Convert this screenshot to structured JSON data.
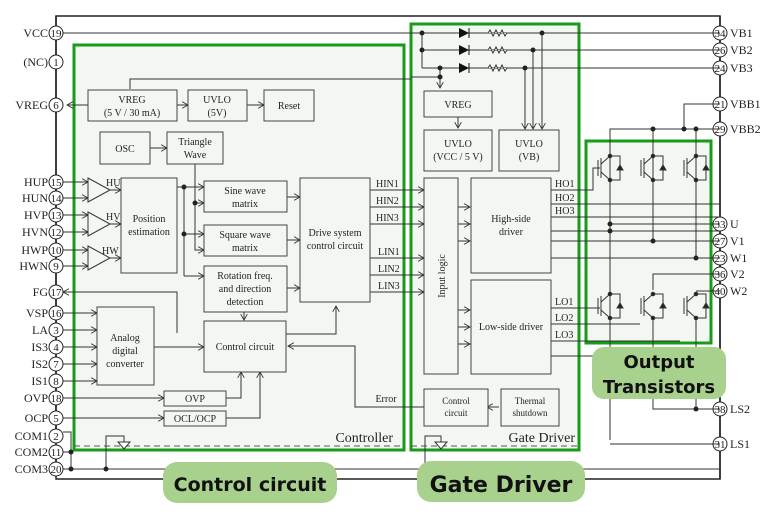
{
  "diagram": {
    "title": "Motor driver IC block diagram",
    "colors": {
      "green_border": "#1a9a1a",
      "panel_fill": "#f2f8f1",
      "callout_fill": "#a8d18d",
      "line": "#333333"
    },
    "left_pins": [
      {
        "name": "VCC",
        "num": "19"
      },
      {
        "name": "(NC)",
        "num": "1"
      },
      {
        "name": "VREG",
        "num": "6"
      },
      {
        "name": "HUP",
        "num": "15"
      },
      {
        "name": "HUN",
        "num": "14"
      },
      {
        "name": "HVP",
        "num": "13"
      },
      {
        "name": "HVN",
        "num": "12"
      },
      {
        "name": "HWP",
        "num": "10"
      },
      {
        "name": "HWN",
        "num": "9"
      },
      {
        "name": "FG",
        "num": "17"
      },
      {
        "name": "VSP",
        "num": "16"
      },
      {
        "name": "LA",
        "num": "3"
      },
      {
        "name": "IS3",
        "num": "4"
      },
      {
        "name": "IS2",
        "num": "7"
      },
      {
        "name": "IS1",
        "num": "8"
      },
      {
        "name": "OVP",
        "num": "18"
      },
      {
        "name": "OCP",
        "num": "5"
      },
      {
        "name": "COM1",
        "num": "2"
      },
      {
        "name": "COM2",
        "num": "11"
      },
      {
        "name": "COM3",
        "num": "20"
      }
    ],
    "right_pins": [
      {
        "name": "VB1",
        "num": "34"
      },
      {
        "name": "VB2",
        "num": "26"
      },
      {
        "name": "VB3",
        "num": "24"
      },
      {
        "name": "VBB1",
        "num": "21"
      },
      {
        "name": "VBB2",
        "num": "29"
      },
      {
        "name": "U",
        "num": "33"
      },
      {
        "name": "V1",
        "num": "27"
      },
      {
        "name": "W1",
        "num": "23"
      },
      {
        "name": "V2",
        "num": "36"
      },
      {
        "name": "W2",
        "num": "40"
      },
      {
        "name": "LS2",
        "num": "38"
      },
      {
        "name": "LS1",
        "num": "31"
      }
    ],
    "controller": {
      "label": "Controller",
      "vreg": [
        "VREG",
        "(5 V / 30 mA)"
      ],
      "uvlo": [
        "UVLO",
        "(5V)"
      ],
      "reset": "Reset",
      "osc": "OSC",
      "triangle": [
        "Triangle",
        "Wave"
      ],
      "hall_labels": [
        "HU",
        "HV",
        "HW"
      ],
      "position": [
        "Position",
        "estimation"
      ],
      "sine": [
        "Sine wave",
        "matrix"
      ],
      "square": [
        "Square wave",
        "matrix"
      ],
      "rotation": [
        "Rotation freq.",
        "and direction",
        "detection"
      ],
      "drive": [
        "Drive system",
        "control circuit"
      ],
      "adc": [
        "Analog",
        "digital",
        "converter"
      ],
      "control": "Control circuit",
      "ovp": "OVP",
      "ocl": "OCL/OCP",
      "error": "Error",
      "hin": [
        "HIN1",
        "HIN2",
        "HIN3"
      ],
      "lin": [
        "LIN1",
        "LIN2",
        "LIN3"
      ]
    },
    "gate_driver": {
      "label": "Gate Driver",
      "vreg": "VREG",
      "uvlo_vcc": [
        "UVLO",
        "(VCC / 5 V)"
      ],
      "uvlo_vb": [
        "UVLO",
        "(VB)"
      ],
      "input_logic": "Input logic",
      "high_side": [
        "High-side",
        "driver"
      ],
      "low_side": "Low-side driver",
      "control": [
        "Control",
        "circuit"
      ],
      "thermal": [
        "Thermal",
        "shutdown"
      ],
      "ho": [
        "HO1",
        "HO2",
        "HO3"
      ],
      "lo": [
        "LO1",
        "LO2",
        "LO3"
      ]
    },
    "callouts": {
      "control_circuit": "Control circuit",
      "gate_driver": "Gate Driver",
      "output_transistors": [
        "Output",
        "Transistors"
      ]
    }
  }
}
